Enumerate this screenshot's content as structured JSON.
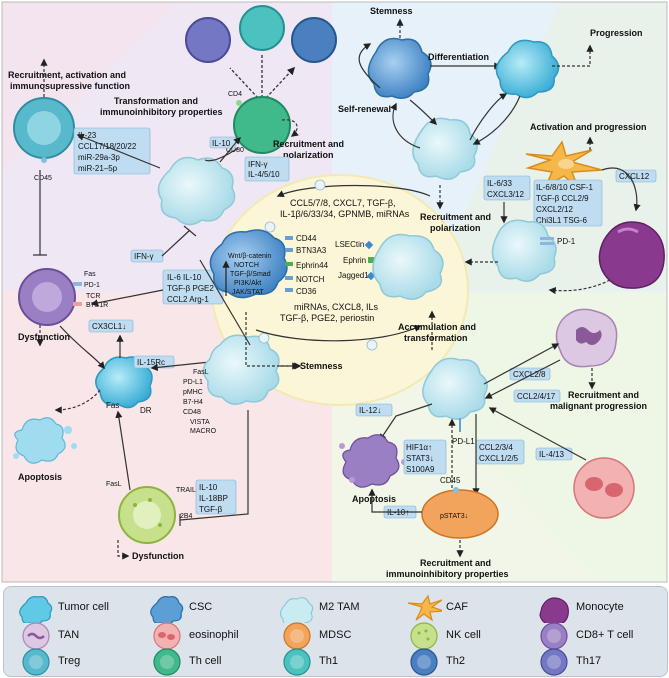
{
  "quadrants": {
    "top_left": {
      "title": "Recruitment, activation and immunosupressive function"
    },
    "labels": {
      "transformation": "Transformation and immunoinhibitory properties",
      "recruit_polarization_th": "Recruitment and polarization",
      "cd4": "CD4",
      "cd80": "CD80",
      "cd45": "CD45",
      "il10_th": "IL-10",
      "ifn_il": [
        "IFN-γ",
        "IL-4/5/10"
      ],
      "treg_box": [
        "IL-23",
        "CCL17/18/20/22",
        "miR-29a-3p",
        "miR-21–5p"
      ],
      "ifng_mid": "IFN-γ",
      "m2_box": [
        "IL-6 IL-10",
        "TGF-β PGE2",
        "CCL2 Arg-1"
      ],
      "cd8_markers": [
        "Fas",
        "PD-1",
        "TCR",
        "B7S1R"
      ],
      "dysfunction1": "Dysfunction",
      "cx3cl1": "CX3CL1↓",
      "il15rc": "IL-15Rc",
      "fas": "Fas",
      "dr": "DR",
      "apoptosis1": "Apoptosis",
      "m2_markers": [
        "FasL",
        "PD-L1",
        "pMHC",
        "B7-H4",
        "CD48",
        "VISTA",
        "MACRO"
      ],
      "nk_box": [
        "IL-10",
        "IL-18BP",
        "TGF-β"
      ],
      "fasl": "FasL",
      "trail": "TRAIL",
      "cd244": "2B4",
      "dysfunction2": "Dysfunction"
    },
    "top_right": {
      "stemness": "Stemness",
      "differentiation": "Differentiation",
      "progression": "Progression",
      "self_renewal": "Self-renewal",
      "activation": "Activation and progression",
      "caf_box_left": [
        "IL-6/33",
        "CXCL3/12"
      ],
      "caf_box_mid": [
        "IL-6/8/10 CSF-1",
        "TGF-β CCL2/9",
        "CXCL2/12",
        "Chi3L1 TSG-6"
      ],
      "cxcl12": "CXCL12",
      "pd1": "PD-1",
      "recruit_polarization": "Recruitment and polarization"
    },
    "center": {
      "top_text": [
        "CCL5/7/8, CXCL7, TGF-β,",
        "IL-1β/6/33/34, GPNMB, miRNAs"
      ],
      "csc_pathways": [
        "Wnt/β-catenin",
        "NOTCH",
        "TGF-β/Smad",
        "PI3K/Akt",
        "JAK/STAT"
      ],
      "receptors": [
        "CD44",
        "BTN3A3",
        "Ephrin44",
        "NOTCH",
        "CD36"
      ],
      "ligands": [
        "LSECtin",
        "Ephrin",
        "Jagged1"
      ],
      "bottom_text": [
        "miRNAs, CXCL8, ILs",
        "TGF-β, PGE2, periostin"
      ],
      "stemness": "Stemness"
    },
    "bottom_right": {
      "accumulation": "Accumulation and transformation",
      "cxcl2_8": "CXCL2/8",
      "ccl2_4_17": "CCL2/4/17",
      "recruit_malignant": "Recruitment and malignant progression",
      "il12": "IL-12↓",
      "hif_box": [
        "HIF1α↑",
        "STAT3↓",
        "S100A9"
      ],
      "pdl1": "PD-L1",
      "ccl_box": [
        "CCL2/3/4",
        "CXCL1/2/5"
      ],
      "il4_13": "IL-4/13",
      "cd45": "CD45",
      "pstat3": "pSTAT3↓",
      "apoptosis": "Apoptosis",
      "il10": "IL-10↑",
      "recruit_immuno": "Recruitment and immunoinhibitory properties"
    }
  },
  "legend": {
    "items": [
      {
        "label": "Tumor cell",
        "fill": "#5fc9e6",
        "stroke": "#2e98c0",
        "shape": "tumor"
      },
      {
        "label": "CSC",
        "fill": "#5b9fd6",
        "stroke": "#2b6ea8",
        "shape": "tumor"
      },
      {
        "label": "M2 TAM",
        "fill": "#c9ebf2",
        "stroke": "#8fc9d9",
        "shape": "tam"
      },
      {
        "label": "CAF",
        "fill": "#f6b74a",
        "stroke": "#d98c1c",
        "shape": "caf"
      },
      {
        "label": "Monocyte",
        "fill": "#8a3a8e",
        "stroke": "#5e1f63",
        "shape": "monocyte"
      },
      {
        "label": "TAN",
        "fill": "#dcc8e2",
        "stroke": "#a885b3",
        "shape": "tan"
      },
      {
        "label": "eosinophil",
        "fill": "#f3b2b2",
        "stroke": "#d47676",
        "shape": "eos"
      },
      {
        "label": "MDSC",
        "fill": "#f2a45c",
        "stroke": "#cc7424",
        "shape": "round"
      },
      {
        "label": "NK cell",
        "fill": "#c7e08c",
        "stroke": "#8fb33f",
        "shape": "nk"
      },
      {
        "label": "CD8+ T cell",
        "fill": "#9b7fc4",
        "stroke": "#6a4e98",
        "shape": "round"
      },
      {
        "label": "Treg",
        "fill": "#58b8cc",
        "stroke": "#2f8ea3",
        "shape": "round"
      },
      {
        "label": "Th cell",
        "fill": "#40b98b",
        "stroke": "#1f8a61",
        "shape": "round"
      },
      {
        "label": "Th1",
        "fill": "#4cc2c0",
        "stroke": "#24918f",
        "shape": "round"
      },
      {
        "label": "Th2",
        "fill": "#4a7fc0",
        "stroke": "#27568f",
        "shape": "round"
      },
      {
        "label": "Th17",
        "fill": "#7478c4",
        "stroke": "#484c96",
        "shape": "round"
      }
    ]
  },
  "colors": {
    "q_top_left": "#f0e7f4",
    "q_top_right": "#e6f1f9",
    "q_bottom_left": "#f9e6e8",
    "q_bottom_right": "#f1f6e8",
    "center": "#fbf6d8",
    "box": "#bfdcf0"
  }
}
